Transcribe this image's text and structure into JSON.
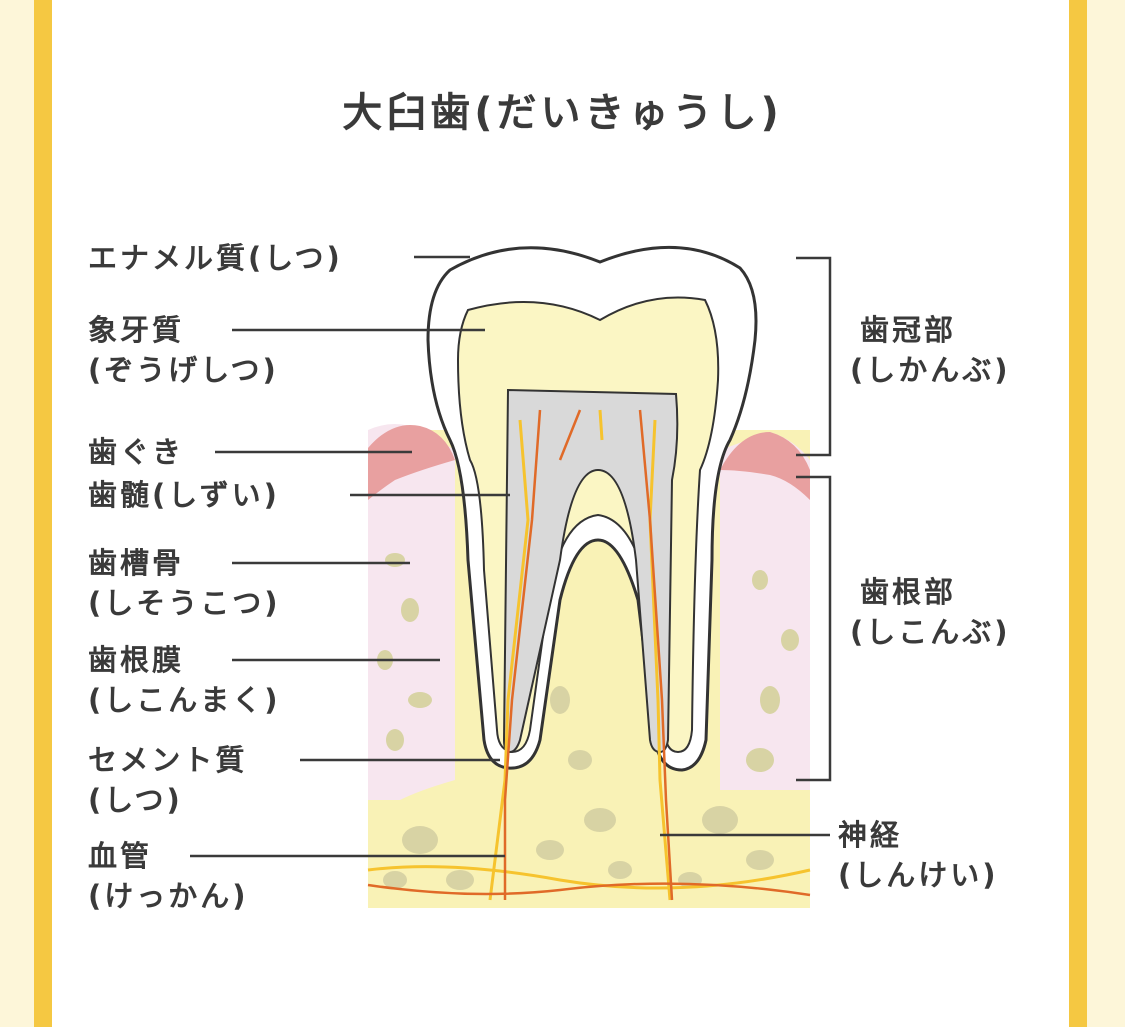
{
  "title": "大臼歯(だいきゅうし)",
  "colors": {
    "frame": "#f5c842",
    "enamel": "#ffffff",
    "dentin": "#fbf6c4",
    "pulp": "#d9d9d9",
    "gum": "#e8a0a0",
    "gum_light": "#f7e6ef",
    "bone": "#f9f2b6",
    "bone_spots": "#d8d3a4",
    "nerve": "#f6c32e",
    "vessel": "#e06a28",
    "line": "#3a3a3a"
  },
  "labels": {
    "enamel": "エナメル質(しつ)",
    "dentin": "象牙質",
    "dentin_reading": "(ぞうげしつ)",
    "gum": "歯ぐき",
    "pulp": "歯髄(しずい)",
    "alveolar": "歯槽骨",
    "alveolar_reading": "(しそうこつ)",
    "periodontal": "歯根膜",
    "periodontal_reading": "(しこんまく)",
    "cementum": "セメント質",
    "cementum_reading": "(しつ)",
    "vessel": "血管",
    "vessel_reading": "(けっかん)",
    "crown": "歯冠部",
    "crown_reading": "(しかんぶ)",
    "root": "歯根部",
    "root_reading": "(しこんぶ)",
    "nerve": "神経",
    "nerve_reading": "(しんけい)"
  }
}
